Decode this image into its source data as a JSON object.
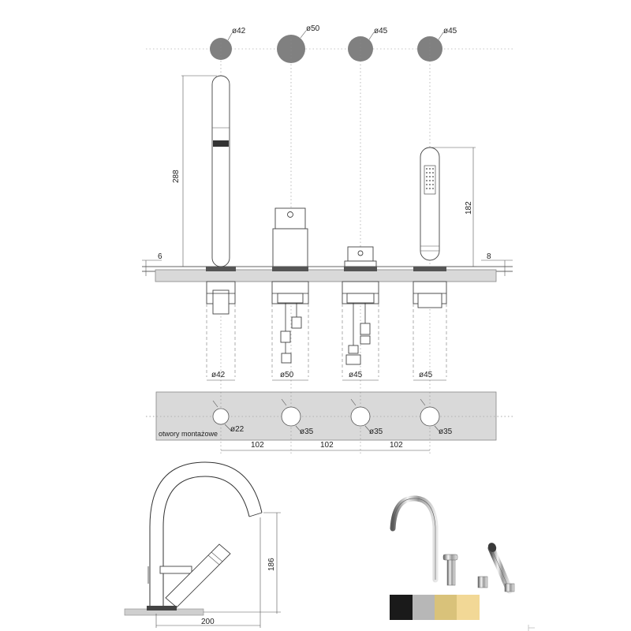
{
  "top_diameters": [
    "ø42",
    "ø50",
    "ø45",
    "ø45"
  ],
  "bottom_diameters": [
    "ø42",
    "ø50",
    "ø45",
    "ø45"
  ],
  "hole_diameters": [
    "ø22",
    "ø35",
    "ø35",
    "ø35"
  ],
  "heights": {
    "spout": "288",
    "hand_shower": "182",
    "deck_left": "6",
    "deck_right": "8",
    "side_height": "186"
  },
  "spacings": [
    "102",
    "102",
    "102"
  ],
  "side_width": "200",
  "mounting_label": "otwory montażowe",
  "finishes": {
    "colors": [
      "#1a1a1a",
      "#b7b7b7",
      "#d9c27a",
      "#f2d896"
    ]
  }
}
